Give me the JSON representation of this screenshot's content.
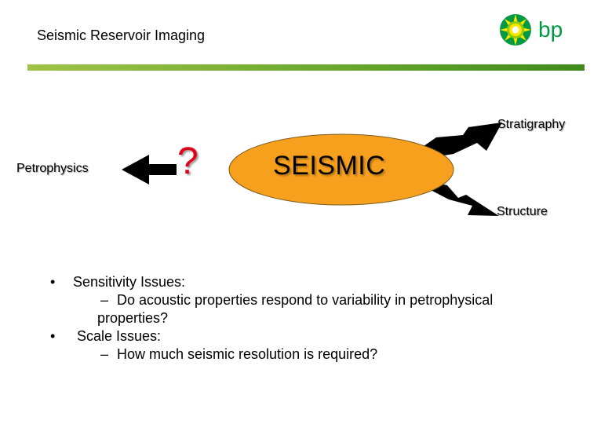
{
  "header": {
    "title": "Seismic Reservoir Imaging",
    "logo_text": "bp"
  },
  "diagram": {
    "left_label": "Petrophysics",
    "question_mark": "?",
    "center_label": "SEISMIC",
    "upper_right_label": "Stratigraphy",
    "lower_right_label": "Structure",
    "colors": {
      "ellipse_fill": "#f7a01e",
      "question_mark": "#e0001a",
      "arrow": "#000000"
    }
  },
  "bullets": [
    {
      "marker": "•",
      "text": "Sensitivity Issues:"
    },
    {
      "marker": "–",
      "text": "Do acoustic properties respond to variability in petrophysical"
    },
    {
      "marker": "",
      "text": "properties?"
    },
    {
      "marker": "•",
      "text": "Scale Issues:"
    },
    {
      "marker": "–",
      "text": "How much seismic resolution is required?"
    }
  ],
  "colors": {
    "header_bar": "#6aa82e",
    "logo_text": "#009a44"
  }
}
